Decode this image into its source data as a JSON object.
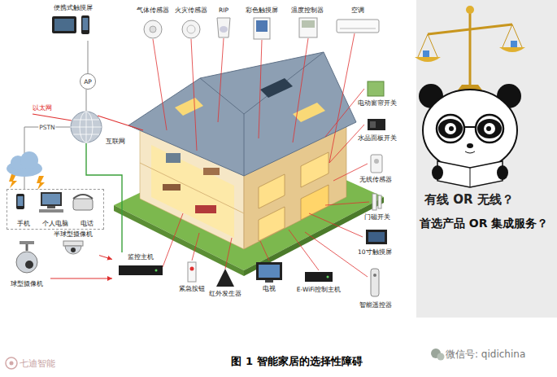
{
  "diagram": {
    "caption": "图 1 智能家居的选择性障碍",
    "nodes": [
      {
        "text": [
          "便携式触摸屏"
        ]
      },
      {
        "text": [
          "AP"
        ]
      },
      {
        "text": [
          "互联网"
        ]
      },
      {
        "text": [
          "手机",
          "个人电脑",
          "电话"
        ]
      },
      {
        "text": [
          "监控主机"
        ]
      },
      {
        "text": [
          "半球型摄像机"
        ]
      },
      {
        "text": [
          "球型摄像机"
        ]
      }
    ],
    "edges": [
      {
        "from": 0,
        "to": 1,
        "arrow": "none"
      },
      {
        "from": 1,
        "to": 2,
        "arrow": "none"
      },
      {
        "from": 2,
        "to": 3,
        "arrow": "none",
        "label": "PSTN"
      },
      {
        "from": 2,
        "to": 4,
        "arrow": "none"
      },
      {
        "from": 5,
        "to": 4,
        "arrow": "to"
      },
      {
        "from": 6,
        "to": 4,
        "arrow": "to"
      }
    ],
    "labels": [
      "气体传感器",
      "火灾传感器",
      "RIP",
      "彩色触摸屏",
      "温度控制器",
      "空调",
      "以太网",
      "电动窗帘开关",
      "水晶面板开关",
      "无线传感器",
      "门磁开关",
      "10寸触摸屏",
      "紧急按钮",
      "红外发生器",
      "电视",
      "E-WiFi控制主机",
      "智能遥控器",
      "有线 OR 无线？",
      "首选产品 OR 集成服务？",
      "七迪智能",
      "微信号: qidichina"
    ]
  }
}
